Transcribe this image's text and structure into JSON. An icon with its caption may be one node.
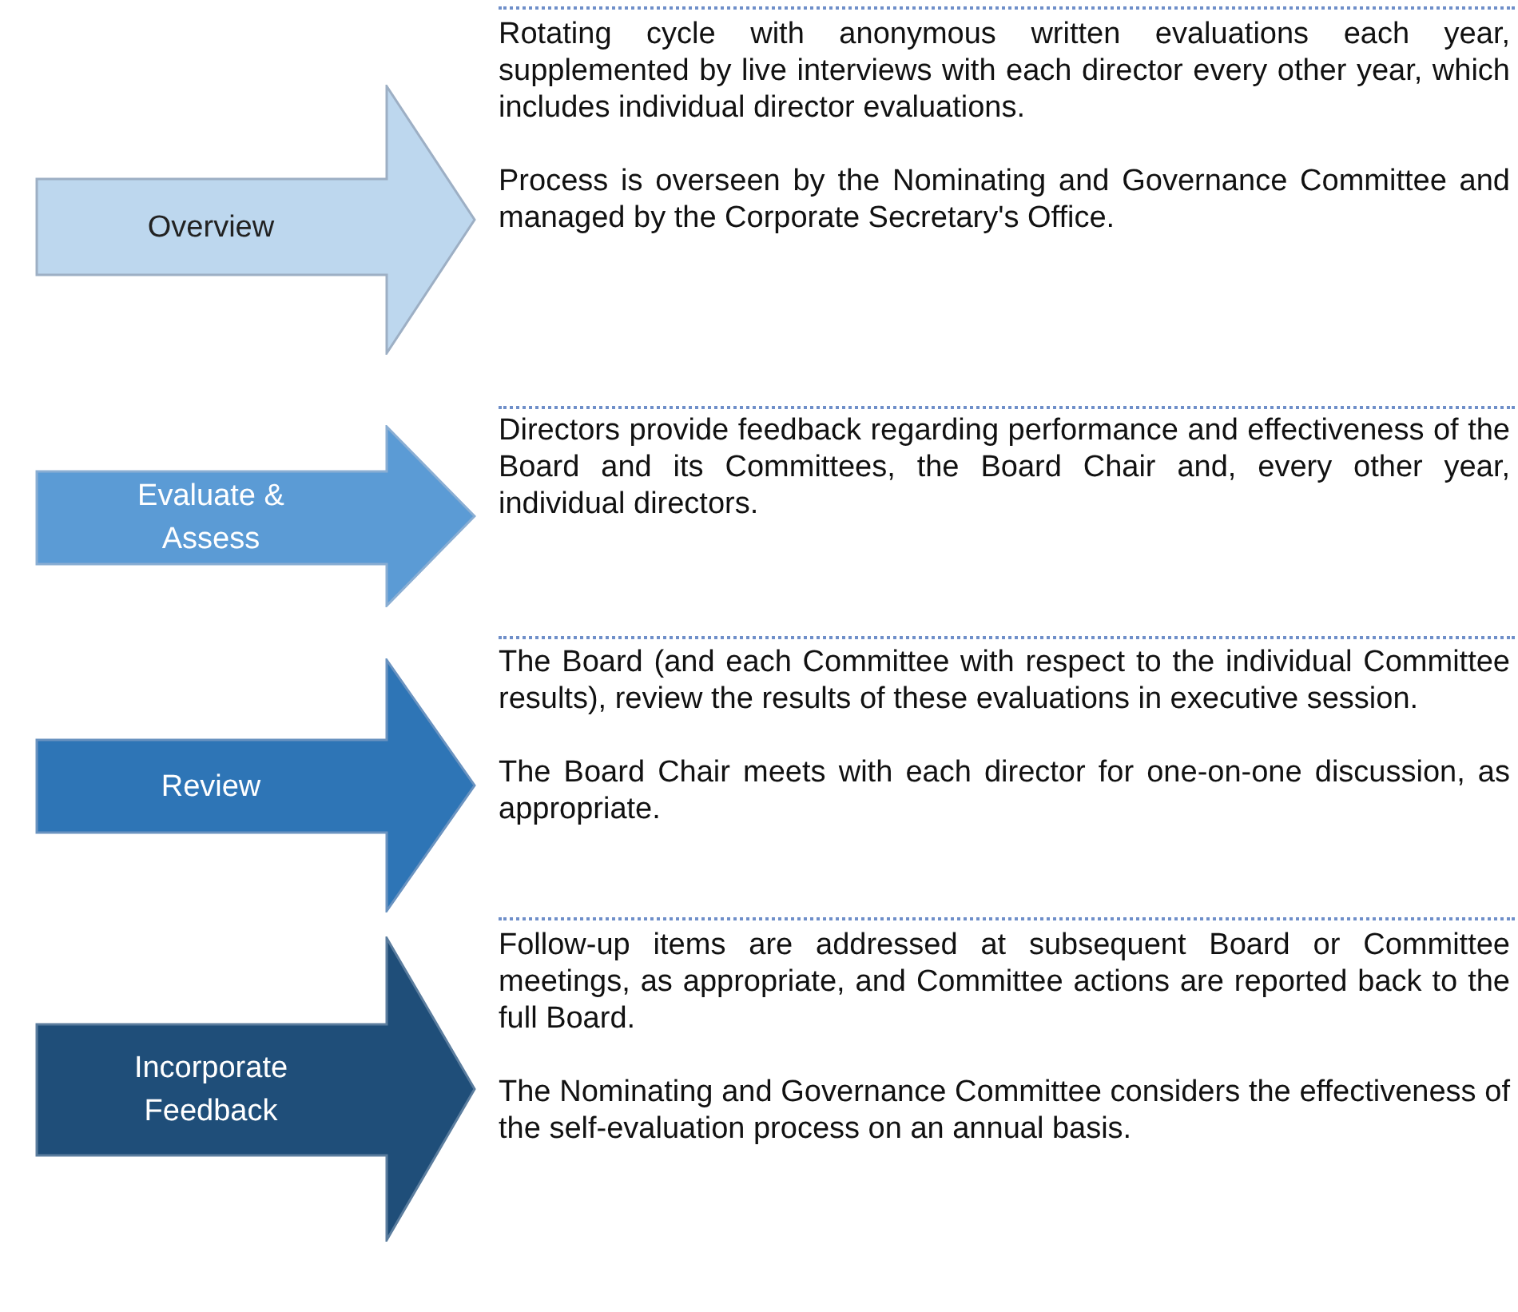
{
  "diagram": {
    "nodes": [
      {
        "text": [
          "Overview"
        ],
        "beside": [
          "Rotating cycle with anonymous written evaluations each year, supplemented by live interviews with each director every other year, which includes individual director evaluations.",
          "Process is overseen by the Nominating and Governance Committee and managed by the Corporate Secretary's Office."
        ]
      },
      {
        "text": [
          "Evaluate & Assess"
        ],
        "beside": [
          "Directors provide feedback regarding performance and effectiveness of the Board and its Committees, the Board Chair and, every other year, individual directors."
        ]
      },
      {
        "text": [
          "Review"
        ],
        "beside": [
          "The Board (and each Committee with respect to the individual Committee results), review the results of these evaluations in executive session.",
          "The Board Chair meets with each director for one-on-one discussion, as appropriate."
        ]
      },
      {
        "text": [
          "Incorporate Feedback"
        ],
        "beside": [
          "Follow-up items are addressed at subsequent Board or Committee meetings, as appropriate, and Committee actions are reported back to the full Board.",
          "The Nominating and Governance Committee considers the effectiveness of the self-evaluation process on an annual basis."
        ]
      }
    ],
    "edges": []
  }
}
